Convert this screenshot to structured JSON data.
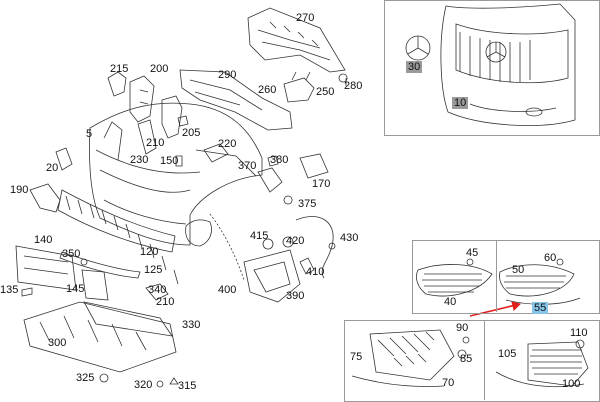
{
  "diagram": {
    "highlight_color": "#86c5e8",
    "inset_tag_color": "#9a9a9a",
    "arrow_color": "#e0201b",
    "parts": [
      "270",
      "215",
      "200",
      "290",
      "260",
      "250",
      "280",
      "210",
      "205",
      "230",
      "150",
      "220",
      "370",
      "380",
      "170",
      "375",
      "190",
      "140",
      "120",
      "350",
      "125",
      "135",
      "145",
      "340",
      "300",
      "330",
      "210b",
      "400",
      "415",
      "420",
      "410",
      "390",
      "430",
      "325",
      "320",
      "315",
      "45",
      "60",
      "50",
      "40",
      "55",
      "75",
      "90",
      "85",
      "70",
      "110",
      "105",
      "100",
      "5",
      "20",
      "30",
      "10"
    ],
    "labels": {
      "p270": "270",
      "p215": "215",
      "p200": "200",
      "p290": "290",
      "p260": "260",
      "p250": "250",
      "p280": "280",
      "p210": "210",
      "p205": "205",
      "p230": "230",
      "p150": "150",
      "p220": "220",
      "p370": "370",
      "p380": "380",
      "p170": "170",
      "p375": "375",
      "p190": "190",
      "p140": "140",
      "p120": "120",
      "p350": "350",
      "p125": "125",
      "p135": "135",
      "p145": "145",
      "p340": "340",
      "p300": "300",
      "p330": "330",
      "p210b": "210",
      "p400": "400",
      "p415": "415",
      "p420": "420",
      "p410": "410",
      "p390": "390",
      "p430": "430",
      "p325": "325",
      "p320": "320",
      "p315": "315",
      "p45": "45",
      "p60": "60",
      "p50": "50",
      "p40": "40",
      "p55": "55",
      "p75": "75",
      "p90": "90",
      "p85": "85",
      "p70": "70",
      "p110": "110",
      "p105": "105",
      "p100": "100",
      "p5": "5",
      "p20": "20",
      "p30": "30",
      "p10": "10"
    }
  }
}
